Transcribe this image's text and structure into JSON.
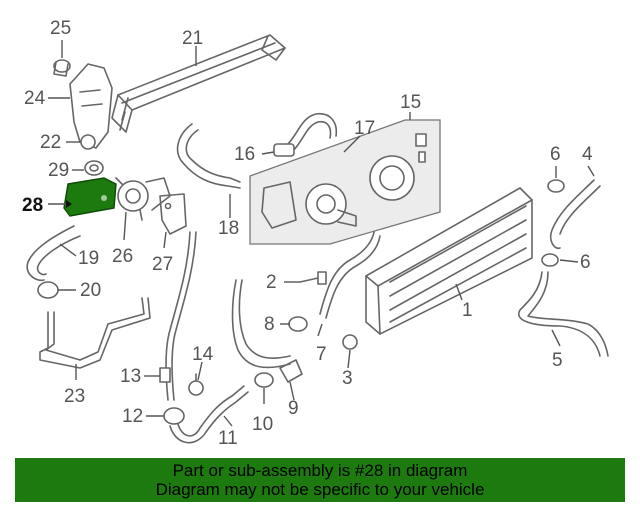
{
  "diagram": {
    "callouts": {
      "c1": "1",
      "c2": "2",
      "c3": "3",
      "c4": "4",
      "c5": "5",
      "c6a": "6",
      "c6b": "6",
      "c7": "7",
      "c8": "8",
      "c9": "9",
      "c10": "10",
      "c11": "11",
      "c12": "12",
      "c13": "13",
      "c14": "14",
      "c15": "15",
      "c16": "16",
      "c17": "17",
      "c18": "18",
      "c19": "19",
      "c20": "20",
      "c21": "21",
      "c22": "22",
      "c23": "23",
      "c24": "24",
      "c25": "25",
      "c26": "26",
      "c27": "27",
      "c28": "28",
      "c29": "29"
    },
    "highlighted_part": "28"
  },
  "banner": {
    "line1": "Part or sub-assembly is #28 in diagram",
    "line2": "Diagram may not be specific to your vehicle",
    "color": "#1d7a0f"
  },
  "colors": {
    "highlight": "#1d7a0f",
    "line": "#666666",
    "box_fill": "#ececec"
  }
}
